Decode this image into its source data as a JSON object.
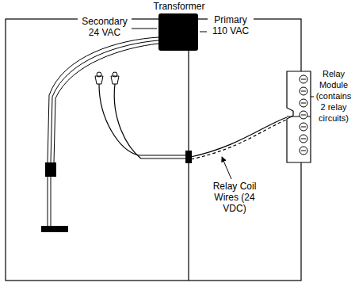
{
  "diagram": {
    "labels": [
      "Transformer",
      "Secondary 24 VAC",
      "Primary 110 VAC",
      "Relay Module (contains 2 relay circuits)",
      "Relay Coil Wires (24 VDC)"
    ]
  }
}
